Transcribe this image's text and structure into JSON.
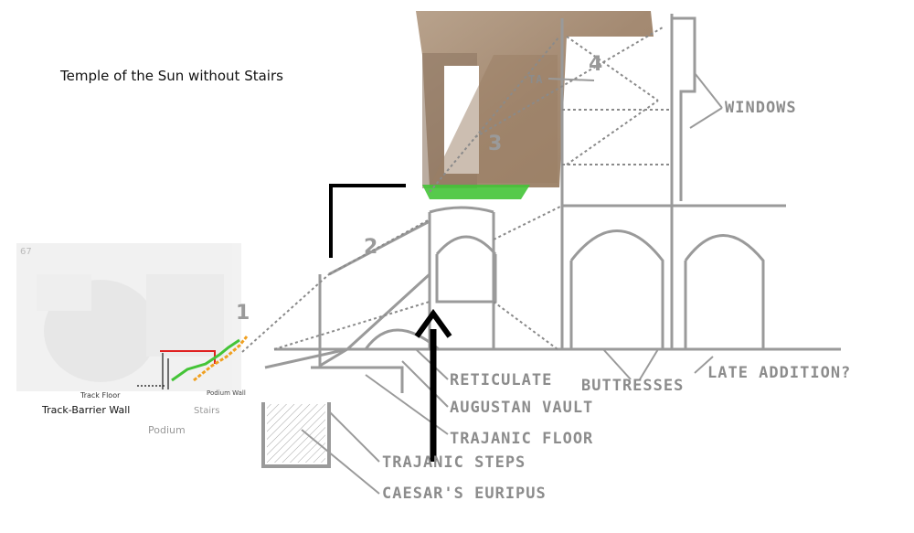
{
  "title": "Temple of the Sun without Stairs",
  "colors": {
    "drawing": "#9a9a9a",
    "photo_brown": "#a89078",
    "green": "#44c437",
    "red": "#e02020",
    "orange": "#f0a020",
    "pointer": "#000000"
  },
  "numbers": {
    "n1": "1",
    "n2": "2",
    "n3": "3",
    "n4": "4"
  },
  "callouts": {
    "ta": "TA",
    "windows": "WINDOWS",
    "reticulate": "RETICULATE",
    "buttresses": "BUTTRESSES",
    "late_addition": "LATE ADDITION?",
    "augustan_vault": "AUGUSTAN VAULT",
    "trajanic_floor": "TRAJANIC FLOOR",
    "trajanic_steps": "TRAJANIC STEPS",
    "caesars_euripus": "CAESAR'S EURIPUS"
  },
  "inset": {
    "track_floor": "Track Floor",
    "track_barrier_wall": "Track-Barrier Wall",
    "podium": "Podium",
    "stairs": "Stairs",
    "podium_wall": "Podium Wall",
    "photo_number": "67"
  }
}
